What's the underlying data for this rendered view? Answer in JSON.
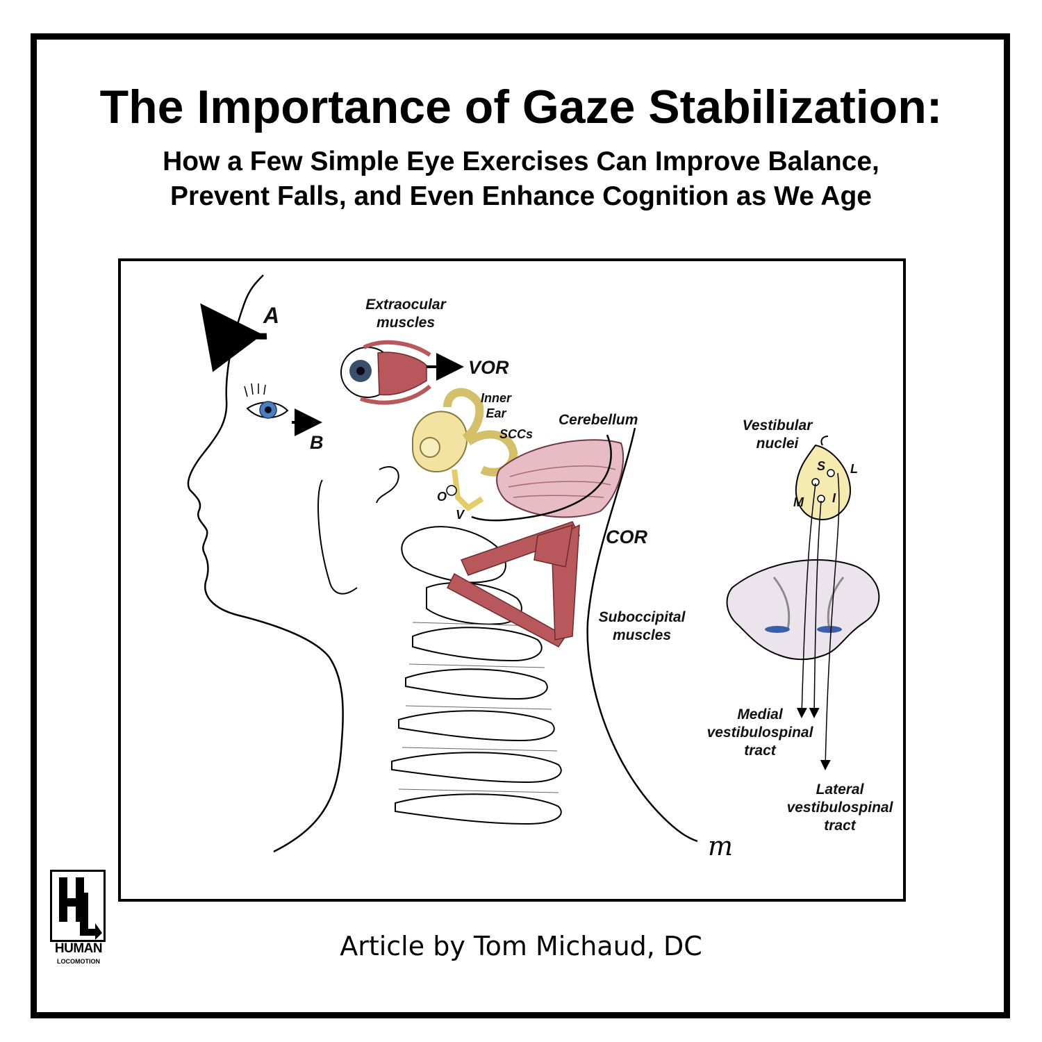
{
  "header": {
    "title": "The Importance of Gaze Stabilization:",
    "subtitle_line1": "How a Few Simple Eye Exercises Can Improve Balance,",
    "subtitle_line2": "Prevent Falls, and Even Enhance Cognition as We Age"
  },
  "diagram": {
    "labels": {
      "a": "A",
      "b": "B",
      "extraocular_1": "Extraocular",
      "extraocular_2": "muscles",
      "vor": "VOR",
      "inner_ear_1": "Inner",
      "inner_ear_2": "Ear",
      "inner_ear_3": "SCCs",
      "cerebellum": "Cerebellum",
      "o": "O",
      "v": "V",
      "cor": "COR",
      "suboccipital_1": "Suboccipital",
      "suboccipital_2": "muscles",
      "vestibular_1": "Vestibular",
      "vestibular_2": "nuclei",
      "s": "S",
      "l": "L",
      "m": "M",
      "i": "I",
      "medial_1": "Medial",
      "medial_2": "vestibulospinal",
      "medial_3": "tract",
      "lateral_1": "Lateral",
      "lateral_2": "vestibulospinal",
      "lateral_3": "tract"
    },
    "signature": "m",
    "colors": {
      "muscle": "#b8585c",
      "inner_ear": "#f3e3a3",
      "cerebellum": "#e8bcc4",
      "iris": "#4a7fc0",
      "nucleus": "#f5eab0",
      "cord": "#ece4ec"
    }
  },
  "footer": {
    "byline": "Article by Tom Michaud, DC",
    "logo_letters": "HL",
    "logo_line1": "HUMAN",
    "logo_line2": "LOCOMOTION"
  }
}
